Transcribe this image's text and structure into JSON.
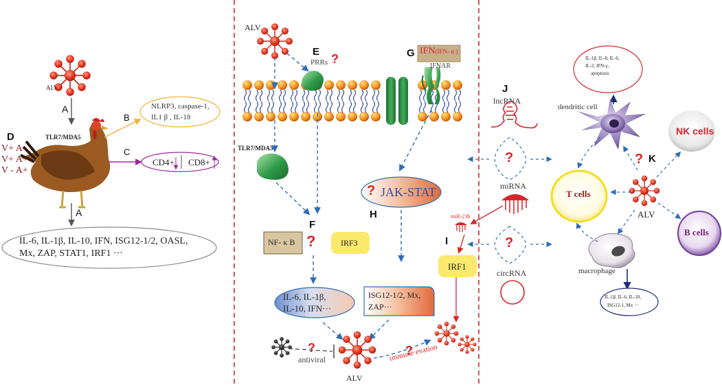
{
  "left": {
    "virus_label": "ALV",
    "arrow_a_top": "A",
    "tlr_label": "TLR7/MDA5",
    "label_d": "D",
    "genotypes": [
      "V+ A-",
      "V+ A+",
      "V - A+"
    ],
    "label_b": "B",
    "nlrp3_text": [
      "NLRP3, caspase-1,",
      "IL1 β , IL-18"
    ],
    "label_c": "C",
    "cd4": "CD4+",
    "cd8": "CD8+",
    "arrow_a_bottom": "A",
    "cytokines": [
      "IL-6, IL-1β, IL-10, IFN, ISG12-1/2, OASL,",
      "Mx, ZAP, STAT1,  IRF1  ···"
    ]
  },
  "middle": {
    "alv_top": "ALV",
    "label_e": "E",
    "prrs": "PRRs",
    "q": "?",
    "label_g": "G",
    "ifn": "IFN",
    "ifn_sub": "(IFN- α )",
    "ifnar": "IFNAR",
    "tlr_label": "TLR7/MDA5",
    "jak_stat": "JAK-STAT",
    "label_h": "H",
    "label_f": "F",
    "nfkb": "NF- κ B",
    "irf3": "IRF3",
    "cytokine_lines": [
      "IL-6, IL-1β,",
      "IL-10, IFN···"
    ],
    "isg_lines": [
      "ISG12-1/2,  Mx,",
      "ZAP···"
    ],
    "antiviral": "antiviral",
    "alv_bottom": "ALV",
    "immune_evation": "immune evation"
  },
  "right": {
    "label_j": "J",
    "lncrna": "lncRNA",
    "mirna": "miRNA",
    "mir23b": "miR-23b",
    "label_i": "I",
    "irf1": "IRF1",
    "circrna": "circRNA",
    "dc_cytokines": [
      "IL-1β, IL-8, IL-6,",
      "IL-2, IFN-γ,",
      "apoptosis"
    ],
    "dendritic_cell": "dendritic cell",
    "nk_cells": "NK cells",
    "label_k": "K",
    "t_cells": "T cells",
    "alv": "ALV",
    "b_cells": "B cells",
    "macrophage": "macrophage",
    "mac_cytokines": [
      "IL-1β, IL-6, IL-10,",
      "ISG12-1, Mx ···"
    ]
  },
  "colors": {
    "divider": "#d7262b",
    "virus": "#e0341f",
    "receptor": "#2e8b3e",
    "blue_arrow": "#2f6db5",
    "red_arrow": "#d7262b",
    "nfkb_fill": "#d9c6a1",
    "irf_fill": "#fbe96d"
  }
}
